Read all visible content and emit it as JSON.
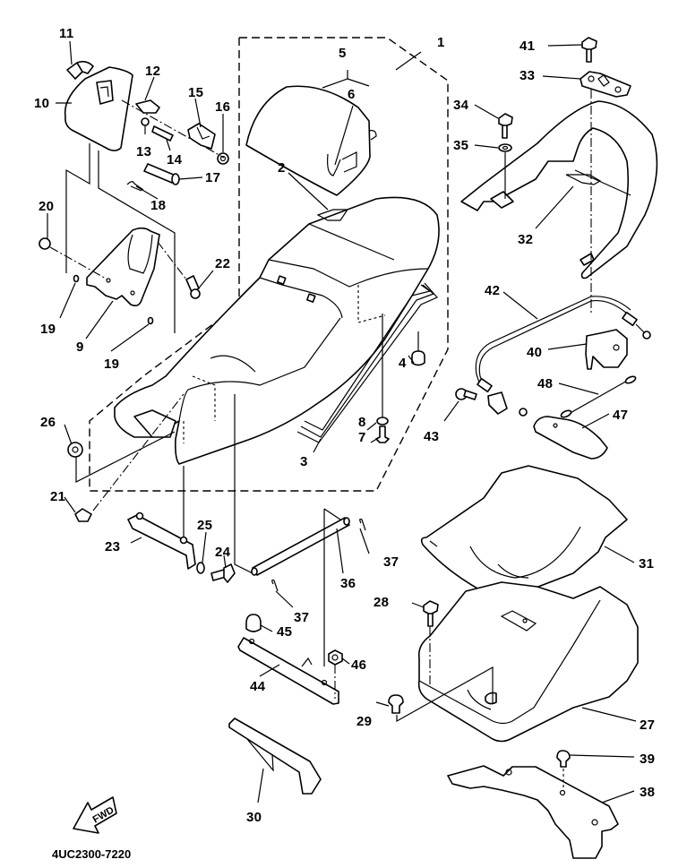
{
  "diagram": {
    "title": "Seat assembly exploded parts diagram",
    "drawing_code": "4UC2300-7220",
    "direction_arrow_label": "FWD",
    "colors": {
      "line": "#000000",
      "background": "#ffffff"
    },
    "callouts": [
      {
        "id": "c1",
        "label": "1"
      },
      {
        "id": "c2",
        "label": "2"
      },
      {
        "id": "c3",
        "label": "3"
      },
      {
        "id": "c4",
        "label": "4"
      },
      {
        "id": "c5",
        "label": "5"
      },
      {
        "id": "c6",
        "label": "6"
      },
      {
        "id": "c7",
        "label": "7"
      },
      {
        "id": "c8",
        "label": "8"
      },
      {
        "id": "c9",
        "label": "9"
      },
      {
        "id": "c10",
        "label": "10"
      },
      {
        "id": "c11",
        "label": "11"
      },
      {
        "id": "c12",
        "label": "12"
      },
      {
        "id": "c13",
        "label": "13"
      },
      {
        "id": "c14",
        "label": "14"
      },
      {
        "id": "c15",
        "label": "15"
      },
      {
        "id": "c16",
        "label": "16"
      },
      {
        "id": "c17",
        "label": "17"
      },
      {
        "id": "c18",
        "label": "18"
      },
      {
        "id": "c19a",
        "label": "19"
      },
      {
        "id": "c19b",
        "label": "19"
      },
      {
        "id": "c20",
        "label": "20"
      },
      {
        "id": "c21",
        "label": "21"
      },
      {
        "id": "c22",
        "label": "22"
      },
      {
        "id": "c23",
        "label": "23"
      },
      {
        "id": "c24",
        "label": "24"
      },
      {
        "id": "c25",
        "label": "25"
      },
      {
        "id": "c26",
        "label": "26"
      },
      {
        "id": "c27",
        "label": "27"
      },
      {
        "id": "c28",
        "label": "28"
      },
      {
        "id": "c29",
        "label": "29"
      },
      {
        "id": "c30",
        "label": "30"
      },
      {
        "id": "c31",
        "label": "31"
      },
      {
        "id": "c32",
        "label": "32"
      },
      {
        "id": "c33",
        "label": "33"
      },
      {
        "id": "c34",
        "label": "34"
      },
      {
        "id": "c35",
        "label": "35"
      },
      {
        "id": "c36",
        "label": "36"
      },
      {
        "id": "c37a",
        "label": "37"
      },
      {
        "id": "c37b",
        "label": "37"
      },
      {
        "id": "c38",
        "label": "38"
      },
      {
        "id": "c39",
        "label": "39"
      },
      {
        "id": "c40",
        "label": "40"
      },
      {
        "id": "c41",
        "label": "41"
      },
      {
        "id": "c42",
        "label": "42"
      },
      {
        "id": "c43",
        "label": "43"
      },
      {
        "id": "c44",
        "label": "44"
      },
      {
        "id": "c45",
        "label": "45"
      },
      {
        "id": "c46",
        "label": "46"
      },
      {
        "id": "c47",
        "label": "47"
      },
      {
        "id": "c48",
        "label": "48"
      }
    ]
  }
}
